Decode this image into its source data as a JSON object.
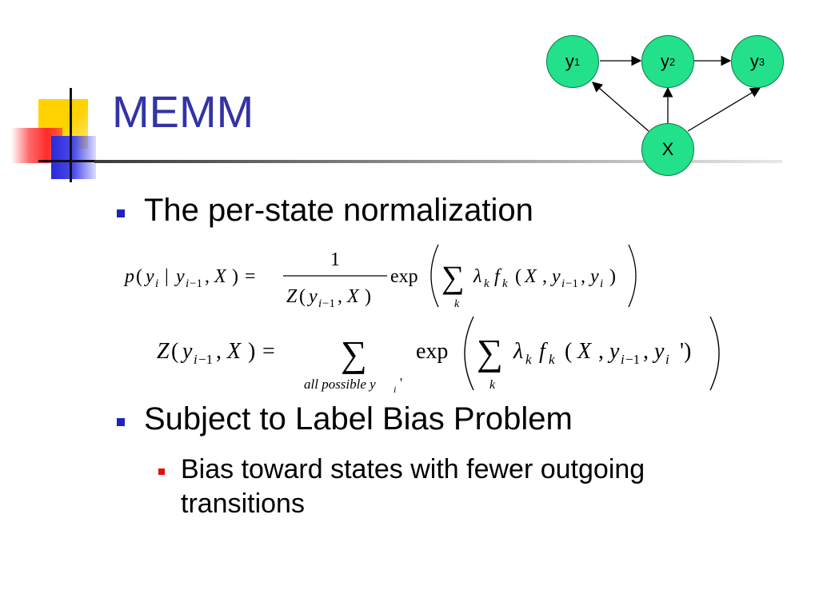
{
  "slide": {
    "title": "MEMM",
    "bullets": [
      {
        "text": "The per-state normalization"
      },
      {
        "text": "Subject to Label Bias Problem",
        "sub": [
          "Bias toward states with fewer outgoing transitions"
        ]
      }
    ]
  },
  "graph": {
    "nodes": [
      {
        "base": "y",
        "sub": "1"
      },
      {
        "base": "y",
        "sub": "2"
      },
      {
        "base": "y",
        "sub": "3"
      },
      {
        "base": "X",
        "sub": ""
      }
    ],
    "node_color": "#23e08a"
  },
  "equations": {
    "eq1": {
      "lhs": "p( y_i | y_{i−1}, X ) =",
      "numerator": "1",
      "denominator": "Z( y_{i−1}, X )",
      "exp": "exp",
      "sum_index": "k",
      "body": "λ_k f_k ( X , y_{i−1}, y_i )"
    },
    "eq2": {
      "lhs": "Z( y_{i−1}, X ) =",
      "sum_under": "all possible y_i '",
      "exp": "exp",
      "sum_index": "k",
      "body": "λ_k f_k ( X , y_{i−1}, y_i ')"
    }
  },
  "colors": {
    "title": "#3333a6",
    "bullet_primary": "#1f24b8",
    "bullet_secondary": "#e01010"
  }
}
